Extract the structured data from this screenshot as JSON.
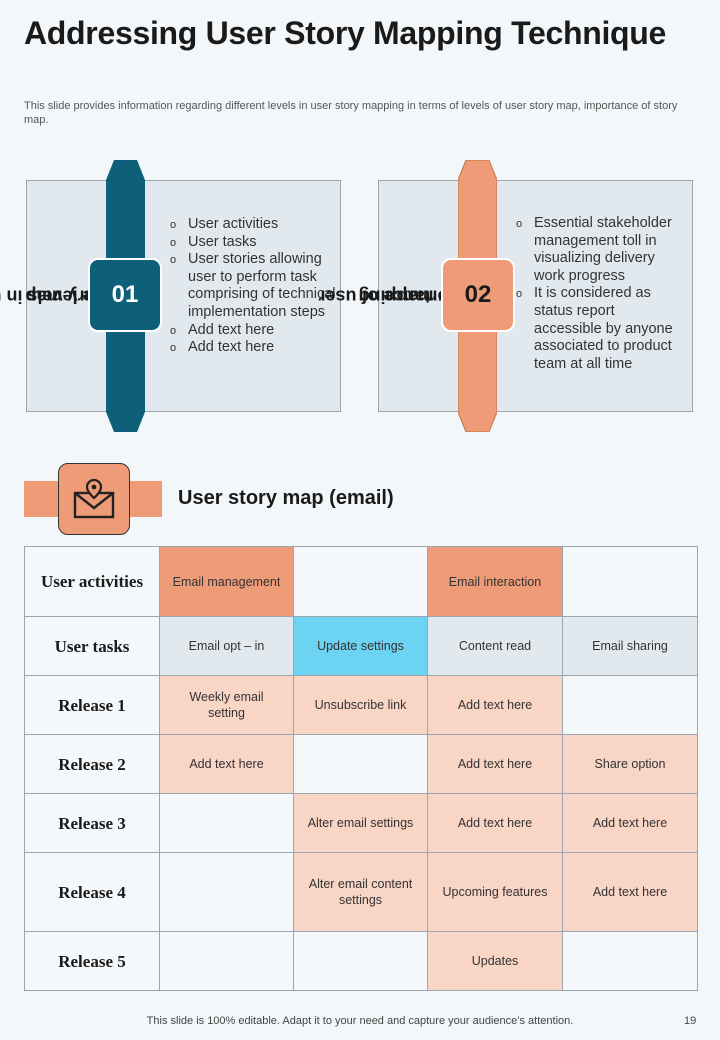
{
  "title": "Addressing User Story Mapping Technique",
  "subtitle": "This slide provides information regarding different levels in user story mapping in terms of levels of user story map, importance of story map.",
  "colors": {
    "teal": "#0d5f7a",
    "orange": "#ee9c77",
    "peach": "#f9d5c6",
    "cyan": "#6dd3f3",
    "card": "#e1e9ef"
  },
  "card1": {
    "number": "01",
    "label": "Three levels in user story map",
    "bullets": [
      "User activities",
      "User tasks",
      "User stories allowing user to perform task comprising of technical implementation steps",
      "Add text here",
      "Add text here"
    ]
  },
  "card2": {
    "number": "02",
    "label": "Importance of user story mapping",
    "bullets": [
      "Essential stakeholder management toll in visualizing delivery work progress",
      "It is considered as status report accessible by anyone associated to product team at all time"
    ]
  },
  "section": {
    "icon": "email-location-icon",
    "title": "User story map (email)"
  },
  "table": {
    "rows": [
      {
        "label": "User activities",
        "cells": [
          "Email management",
          "",
          "Email interaction",
          ""
        ]
      },
      {
        "label": "User tasks",
        "cells": [
          "Email opt – in",
          "Update settings",
          "Content read",
          "Email sharing"
        ]
      },
      {
        "label": "Release 1",
        "cells": [
          "Weekly email setting",
          "Unsubscribe link",
          "Add text here",
          ""
        ]
      },
      {
        "label": "Release 2",
        "cells": [
          "Add text here",
          "",
          "Add text here",
          "Share option"
        ]
      },
      {
        "label": "Release 3",
        "cells": [
          "",
          "Alter email settings",
          "Add text here",
          "Add text here"
        ]
      },
      {
        "label": "Release 4",
        "cells": [
          "",
          "Alter email content settings",
          "Upcoming features",
          "Add text here"
        ]
      },
      {
        "label": "Release 5",
        "cells": [
          "",
          "",
          "Updates",
          ""
        ]
      }
    ]
  },
  "footer": {
    "text": "This slide is 100% editable. Adapt it to your need and capture your audience’s attention.",
    "page": "19"
  }
}
